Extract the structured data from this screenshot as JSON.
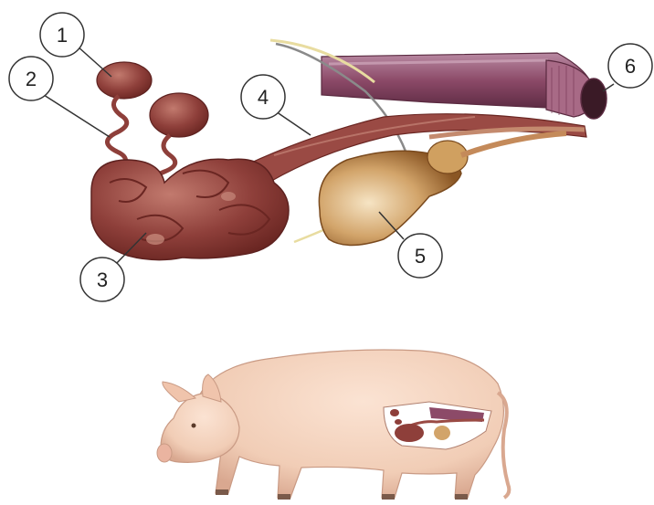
{
  "colors": {
    "organ_dark": "#7a2e2a",
    "organ_mid": "#9a4a44",
    "organ_light": "#b96a60",
    "bladder_dark": "#8a5a24",
    "bladder_light": "#e8caa0",
    "vessel": "#8c4a68",
    "vessel_light": "#b27890",
    "nerve": "#e8dca0",
    "pig_skin": "#f4d2be",
    "pig_shadow": "#d9a890",
    "callout_stroke": "#333333"
  },
  "callouts": [
    {
      "number": "1",
      "points_to": "ovary"
    },
    {
      "number": "2",
      "points_to": "oviduct"
    },
    {
      "number": "3",
      "points_to": "uterine-horn"
    },
    {
      "number": "4",
      "points_to": "uterine-body"
    },
    {
      "number": "5",
      "points_to": "bladder"
    },
    {
      "number": "6",
      "points_to": "rectum"
    }
  ]
}
